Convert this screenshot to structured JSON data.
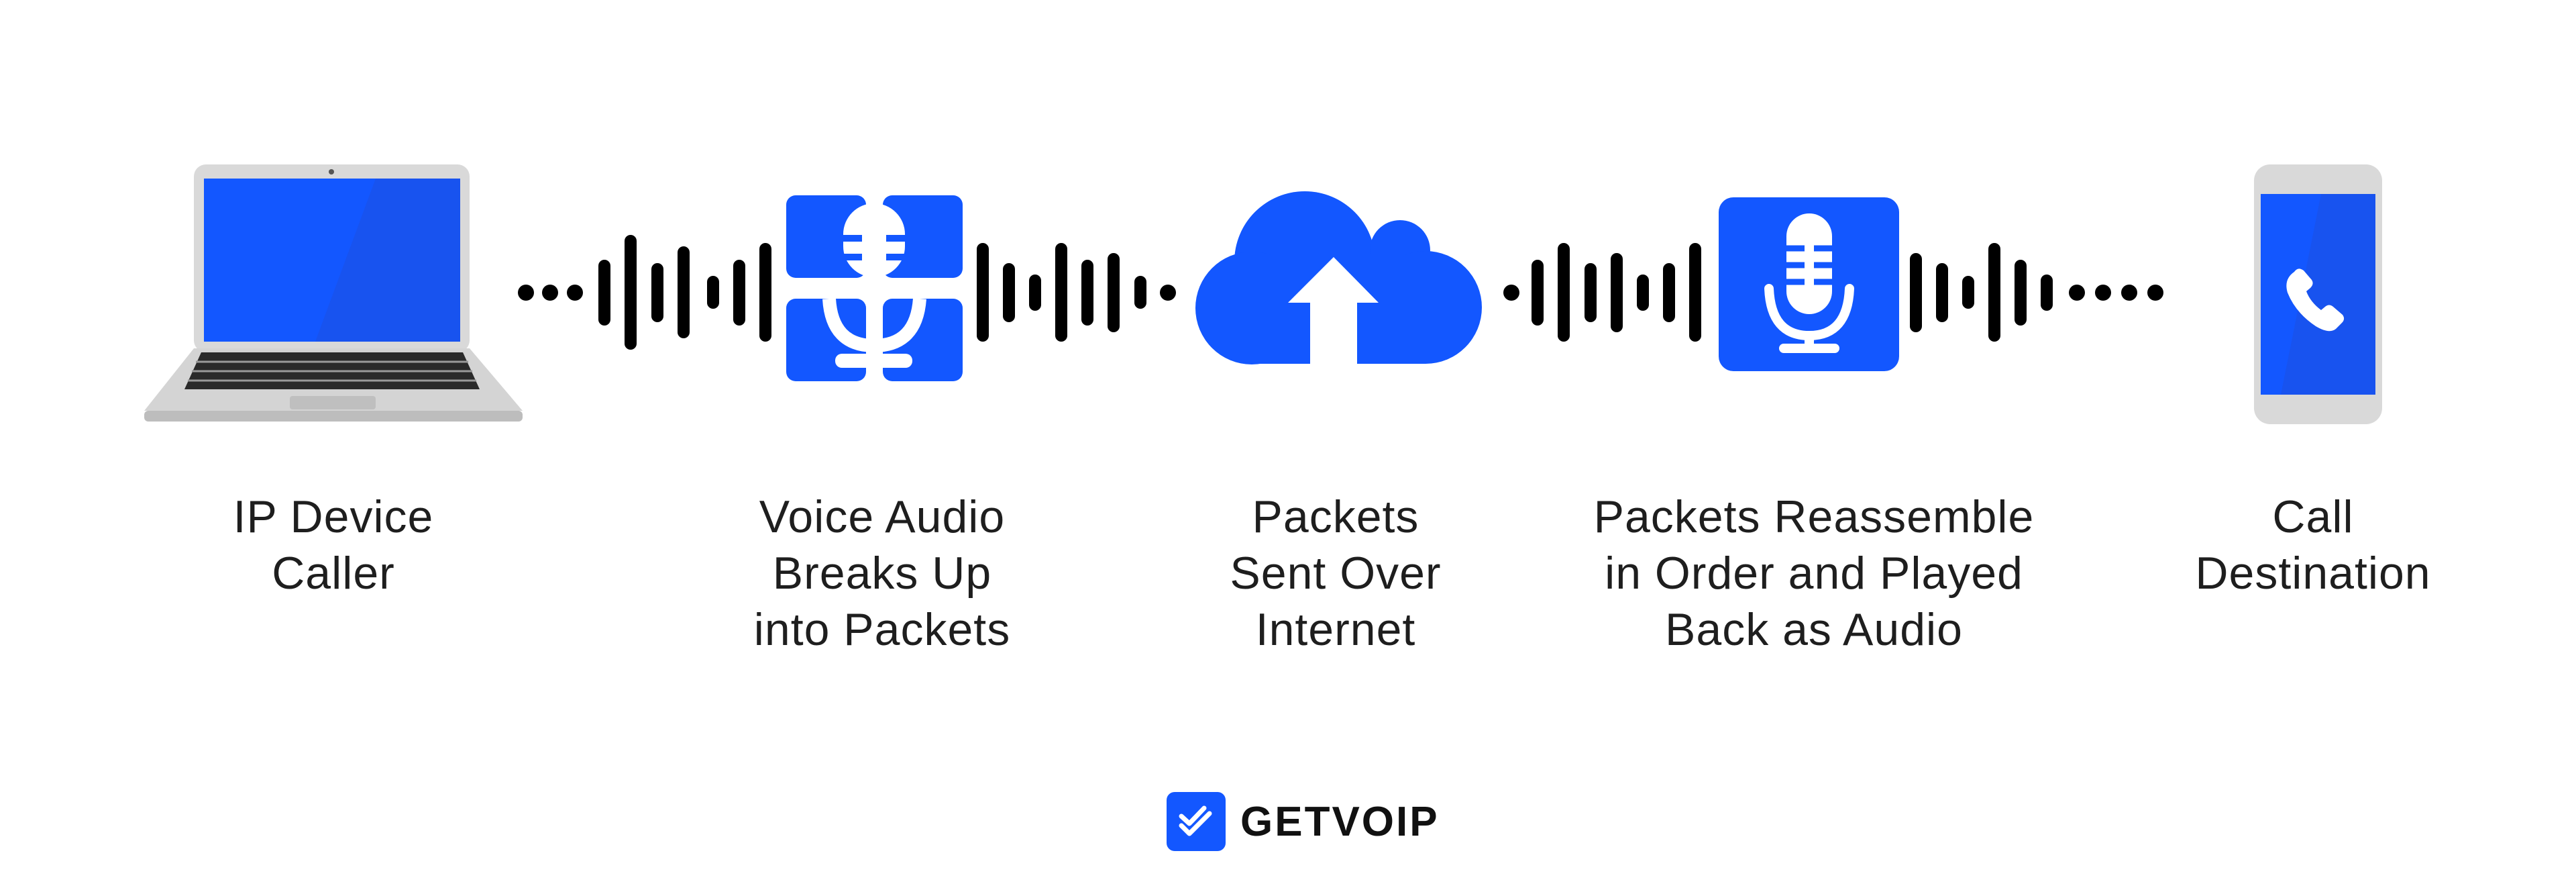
{
  "colors": {
    "accent": "#1357ff",
    "text": "#1e1e1e",
    "device_gray": "#d9d9d9"
  },
  "steps": [
    {
      "icon": "laptop-icon",
      "lines": [
        "IP Device",
        "Caller"
      ]
    },
    {
      "icon": "microphone-packets-icon",
      "lines": [
        "Voice Audio",
        "Breaks Up",
        "into Packets"
      ]
    },
    {
      "icon": "cloud-upload-icon",
      "lines": [
        "Packets",
        "Sent Over",
        "Internet"
      ]
    },
    {
      "icon": "microphone-icon",
      "lines": [
        "Packets Reassemble",
        "in Order and Played",
        "Back as Audio"
      ]
    },
    {
      "icon": "smartphone-call-icon",
      "lines": [
        "Call",
        "Destination"
      ]
    }
  ],
  "brand": {
    "name": "GETVOIP",
    "icon": "double-check-icon"
  }
}
